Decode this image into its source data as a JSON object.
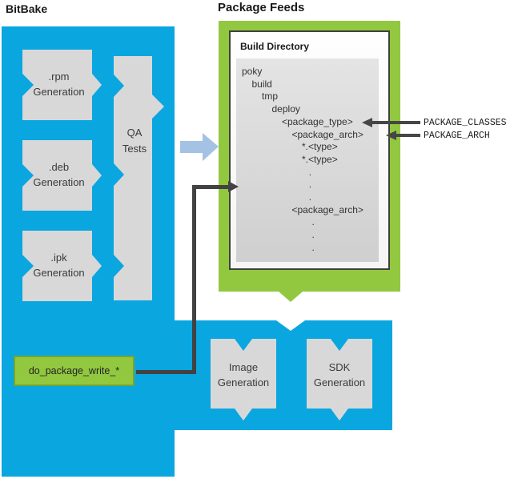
{
  "titles": {
    "bitbake": "BitBake",
    "package_feeds": "Package Feeds",
    "build_directory": "Build Directory"
  },
  "pipeline": {
    "rpm": {
      "line1": ".rpm",
      "line2": "Generation"
    },
    "deb": {
      "line1": ".deb",
      "line2": "Generation"
    },
    "ipk": {
      "line1": ".ipk",
      "line2": "Generation"
    },
    "qa": {
      "line1": "QA",
      "line2": "Tests"
    },
    "task": "do_package_write_*"
  },
  "directory": {
    "entries": [
      {
        "text": "poky",
        "indent": 0
      },
      {
        "text": "build",
        "indent": 1
      },
      {
        "text": "tmp",
        "indent": 2
      },
      {
        "text": "deploy",
        "indent": 3
      },
      {
        "text": "<package_type>",
        "indent": 4
      },
      {
        "text": "<package_arch>",
        "indent": 5
      },
      {
        "text": "*.<type>",
        "indent": 6
      },
      {
        "text": "*.<type>",
        "indent": 6
      },
      {
        "text": ".",
        "indent": 6.7
      },
      {
        "text": ".",
        "indent": 6.7
      },
      {
        "text": ".",
        "indent": 6.7
      },
      {
        "text": "<package_arch>",
        "indent": 5
      },
      {
        "text": ".",
        "indent": 7
      },
      {
        "text": ".",
        "indent": 7
      },
      {
        "text": ".",
        "indent": 7
      }
    ]
  },
  "annotations": {
    "package_classes": "PACKAGE_CLASSES",
    "package_arch": "PACKAGE_ARCH"
  },
  "outputs": {
    "image": {
      "line1": "Image",
      "line2": "Generation"
    },
    "sdk": {
      "line1": "SDK",
      "line2": "Generation"
    }
  },
  "colors": {
    "bitbake_blue": "#0AA6E0",
    "feed_green": "#92C83F",
    "task_green_border": "#74A431",
    "box_gray": "#D8D8D8",
    "flow_arrow_blue": "#A4C3E4",
    "dark_arrow": "#424242"
  }
}
